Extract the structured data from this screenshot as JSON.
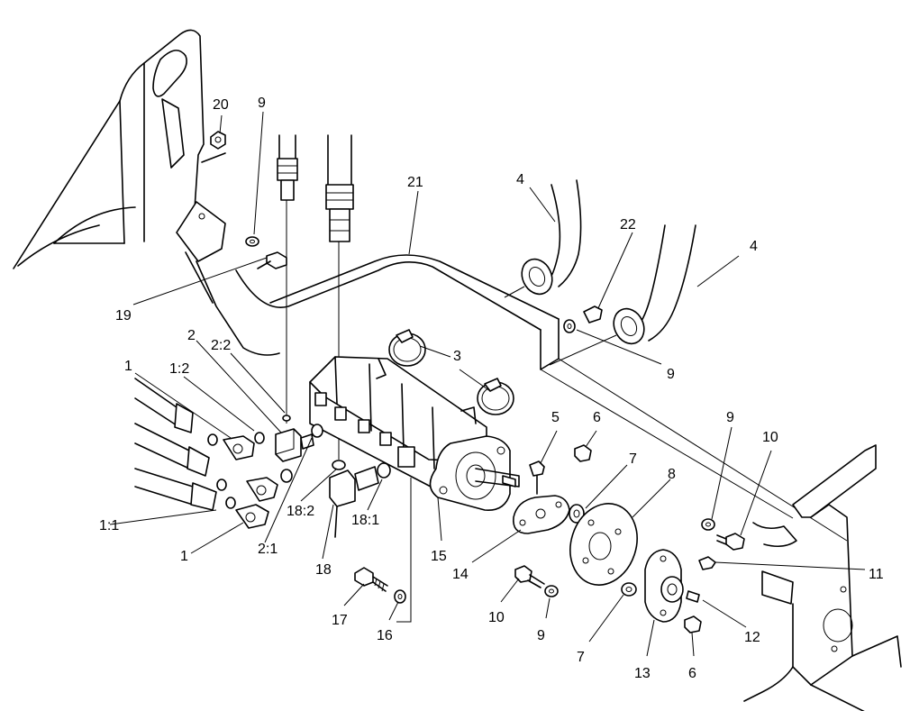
{
  "diagram": {
    "callouts": [
      {
        "id": "c20",
        "text": "20"
      },
      {
        "id": "c9a",
        "text": "9"
      },
      {
        "id": "c21",
        "text": "21"
      },
      {
        "id": "c4a",
        "text": "4"
      },
      {
        "id": "c22",
        "text": "22"
      },
      {
        "id": "c4b",
        "text": "4"
      },
      {
        "id": "c19",
        "text": "19"
      },
      {
        "id": "c2",
        "text": "2"
      },
      {
        "id": "c2_2",
        "text": "2:2"
      },
      {
        "id": "c1a",
        "text": "1"
      },
      {
        "id": "c1_2",
        "text": "1:2"
      },
      {
        "id": "c3",
        "text": "3"
      },
      {
        "id": "c9b",
        "text": "9"
      },
      {
        "id": "c5",
        "text": "5"
      },
      {
        "id": "c6a",
        "text": "6"
      },
      {
        "id": "c9c",
        "text": "9"
      },
      {
        "id": "c10a",
        "text": "10"
      },
      {
        "id": "c7a",
        "text": "7"
      },
      {
        "id": "c8",
        "text": "8"
      },
      {
        "id": "c11",
        "text": "11"
      },
      {
        "id": "c1_1",
        "text": "1:1"
      },
      {
        "id": "c1b",
        "text": "1"
      },
      {
        "id": "c2_1",
        "text": "2:1"
      },
      {
        "id": "c18_2",
        "text": "18:2"
      },
      {
        "id": "c18_1",
        "text": "18:1"
      },
      {
        "id": "c18",
        "text": "18"
      },
      {
        "id": "c15",
        "text": "15"
      },
      {
        "id": "c14",
        "text": "14"
      },
      {
        "id": "c17",
        "text": "17"
      },
      {
        "id": "c16",
        "text": "16"
      },
      {
        "id": "c10b",
        "text": "10"
      },
      {
        "id": "c9d",
        "text": "9"
      },
      {
        "id": "c7b",
        "text": "7"
      },
      {
        "id": "c13",
        "text": "13"
      },
      {
        "id": "c6b",
        "text": "6"
      },
      {
        "id": "c12",
        "text": "12"
      }
    ]
  }
}
